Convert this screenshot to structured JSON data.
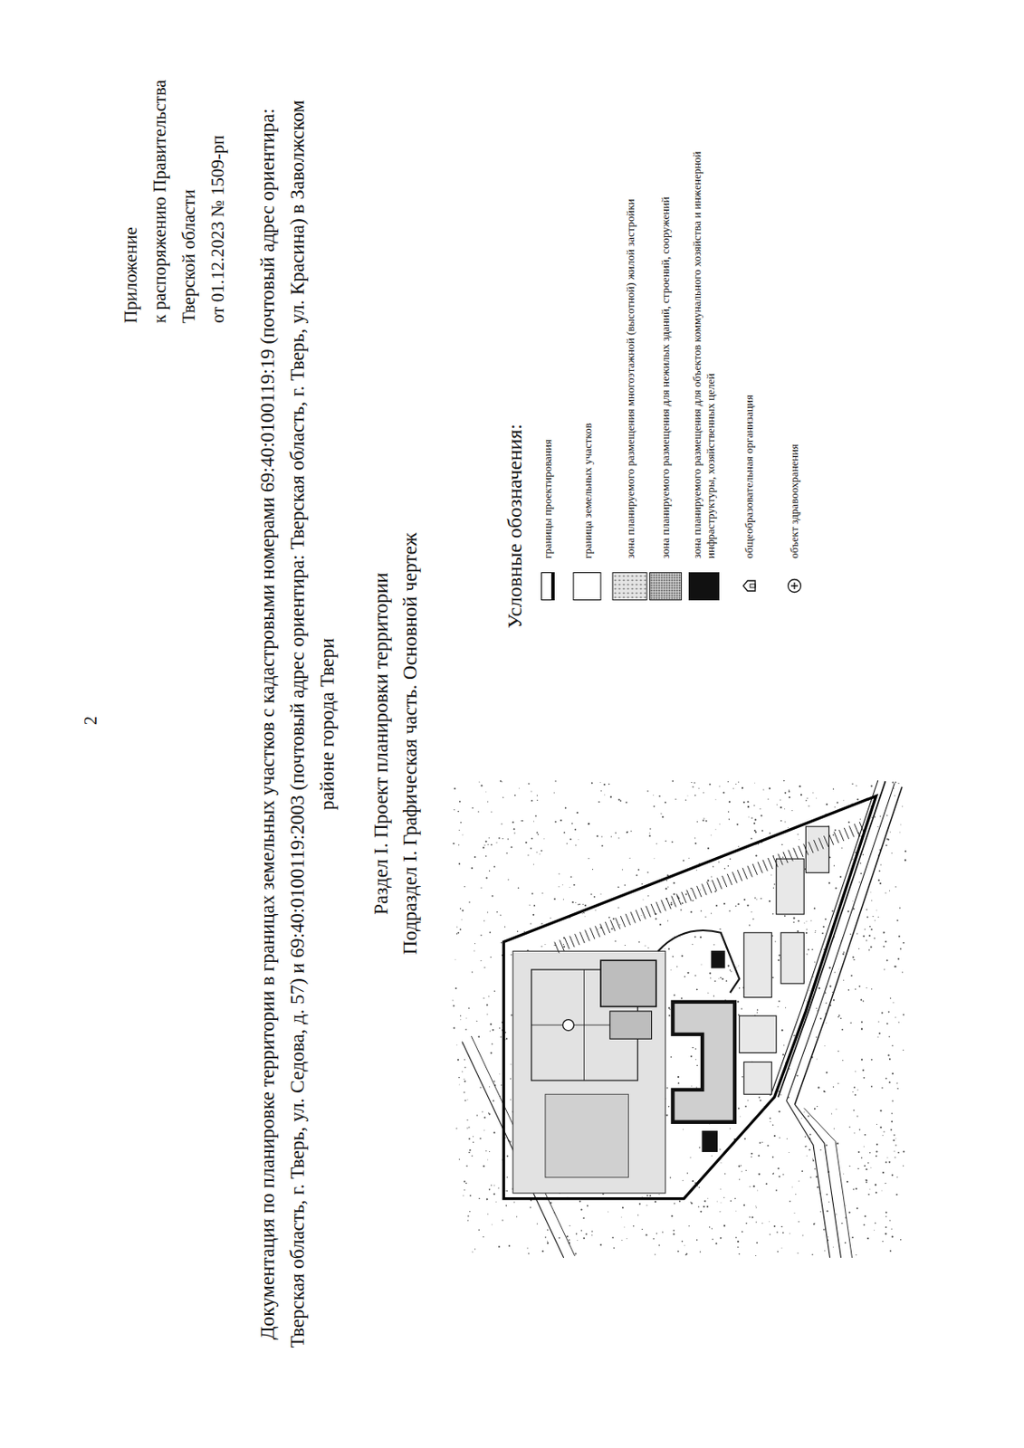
{
  "diagram": {
    "title": "Документация по планировке территории в границах земельных участков с кадастровыми номерами 69:40:0100119:19 (почтовый адрес ориентира: Тверская область, г. Тверь, ул. Седова, д. 57) и 69:40:0100119:2003 (почтовый адрес ориентира: Тверская область, г. Тверь, ул. Красина) в Заволжском районе города Твери",
    "labels": [
      "2",
      "Приложение",
      "к распоряжению Правительства",
      "Тверской области",
      "от 01.12.2023 № 1509-рп",
      "Раздел I. Проект планировки территории",
      "Подраздел I. Графическая часть. Основной чертеж",
      "Условные обозначения:"
    ],
    "legend": [
      {
        "text": "границы проектирования"
      },
      {
        "text": "граница земельных участков"
      },
      {
        "text": "зона планируемого размещения многоэтажной (высотной) жилой застройки",
        "color": "#e4e4e4"
      },
      {
        "text": "зона планируемого размещения для нежилых зданий, строений, сооружений",
        "color": "#c4c4c4"
      },
      {
        "text": "зона планируемого размещения для объектов коммунального хозяйства и инженерной инфраструктуры, хозяйственных целей",
        "color": "#111111"
      },
      {
        "text": "общеобразовательная организация"
      },
      {
        "text": "объект здравоохранения"
      }
    ]
  }
}
